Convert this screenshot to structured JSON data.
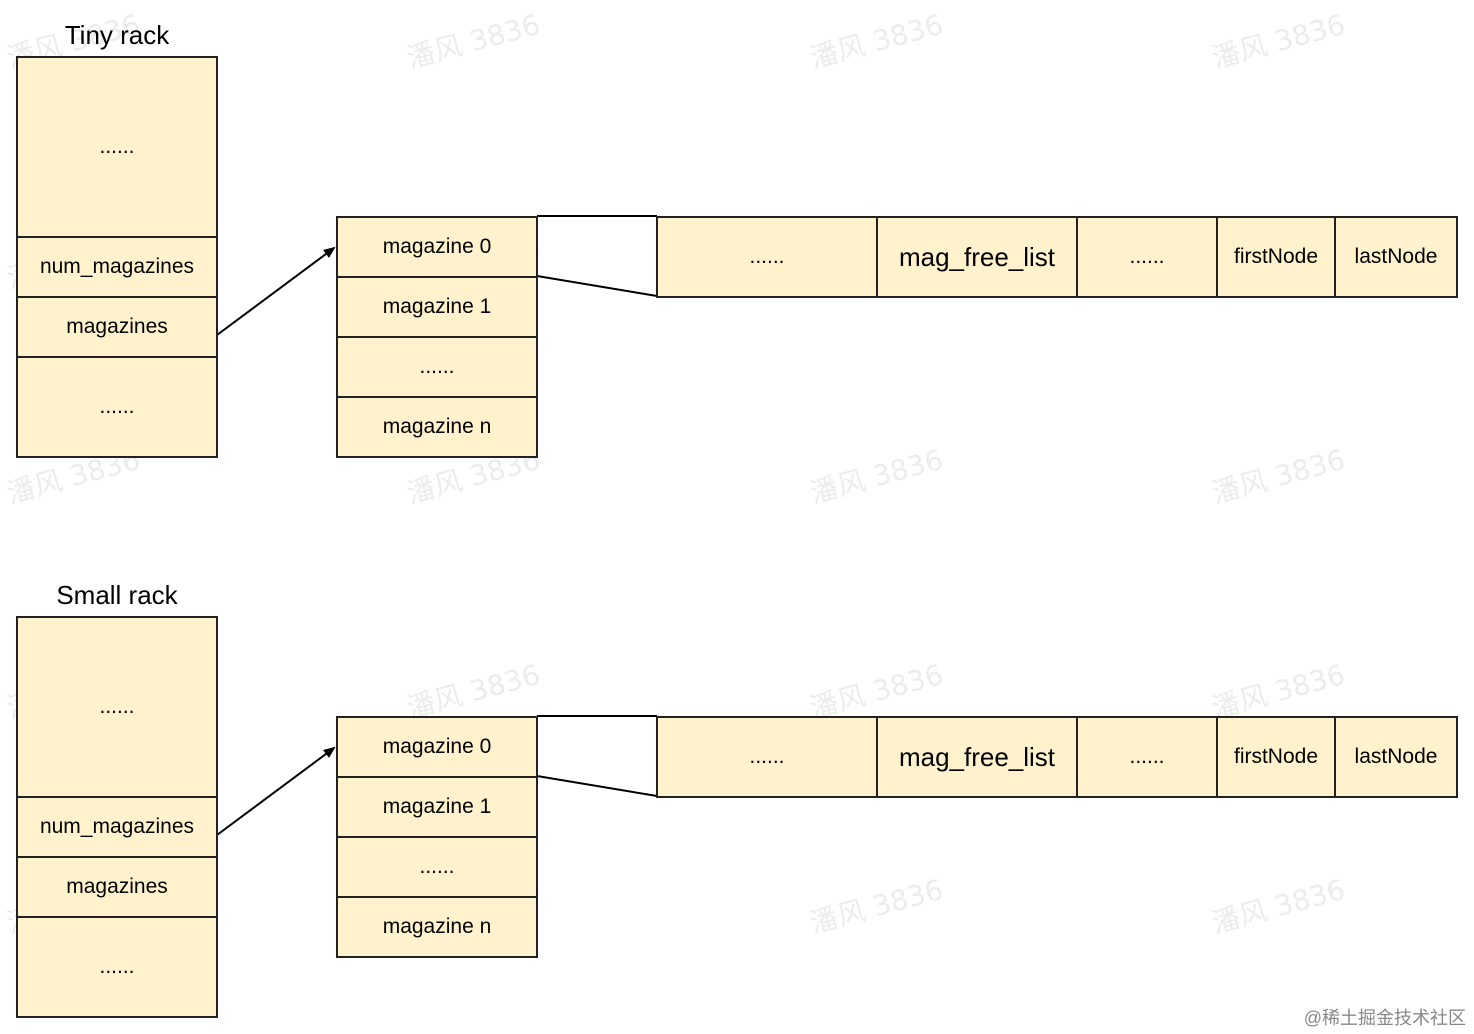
{
  "racks": [
    {
      "title": "Tiny rack",
      "fields": [
        "......",
        "num_magazines",
        "magazines",
        "......"
      ],
      "magazines": [
        "magazine 0",
        "magazine 1",
        "......",
        "magazine n"
      ],
      "magazine_fields": [
        "......",
        "mag_free_list",
        "......",
        "firstNode",
        "lastNode"
      ]
    },
    {
      "title": "Small rack",
      "fields": [
        "......",
        "num_magazines",
        "magazines",
        "......"
      ],
      "magazines": [
        "magazine 0",
        "magazine 1",
        "......",
        "magazine n"
      ],
      "magazine_fields": [
        "......",
        "mag_free_list",
        "......",
        "firstNode",
        "lastNode"
      ]
    }
  ],
  "watermark": "潘风 3836",
  "credit": "@稀土掘金技术社区",
  "colors": {
    "cell_fill": "#fff2cc",
    "border": "#222222"
  }
}
